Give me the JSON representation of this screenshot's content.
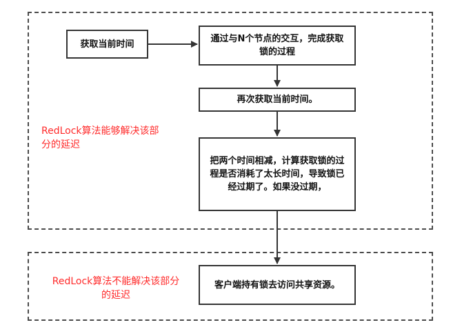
{
  "regions": {
    "top_label": "RedLock算法能够解决该部分的延迟",
    "bottom_label": "RedLock算法不能解决该部分的延迟"
  },
  "steps": {
    "get_time": "获取当前时间",
    "acquire_lock": "通过与N个节点的交互，完成获取锁的过程",
    "get_time_again": "再次获取当前时间。",
    "compare_time": "把两个时间相减，计算获取锁的过程是否消耗了太长时间，导致锁已经过期了。如果没过期，",
    "client_access": "客户端持有锁去访问共享资源。"
  },
  "colors": {
    "note_text": "#ff2a2a",
    "border": "#333333"
  }
}
